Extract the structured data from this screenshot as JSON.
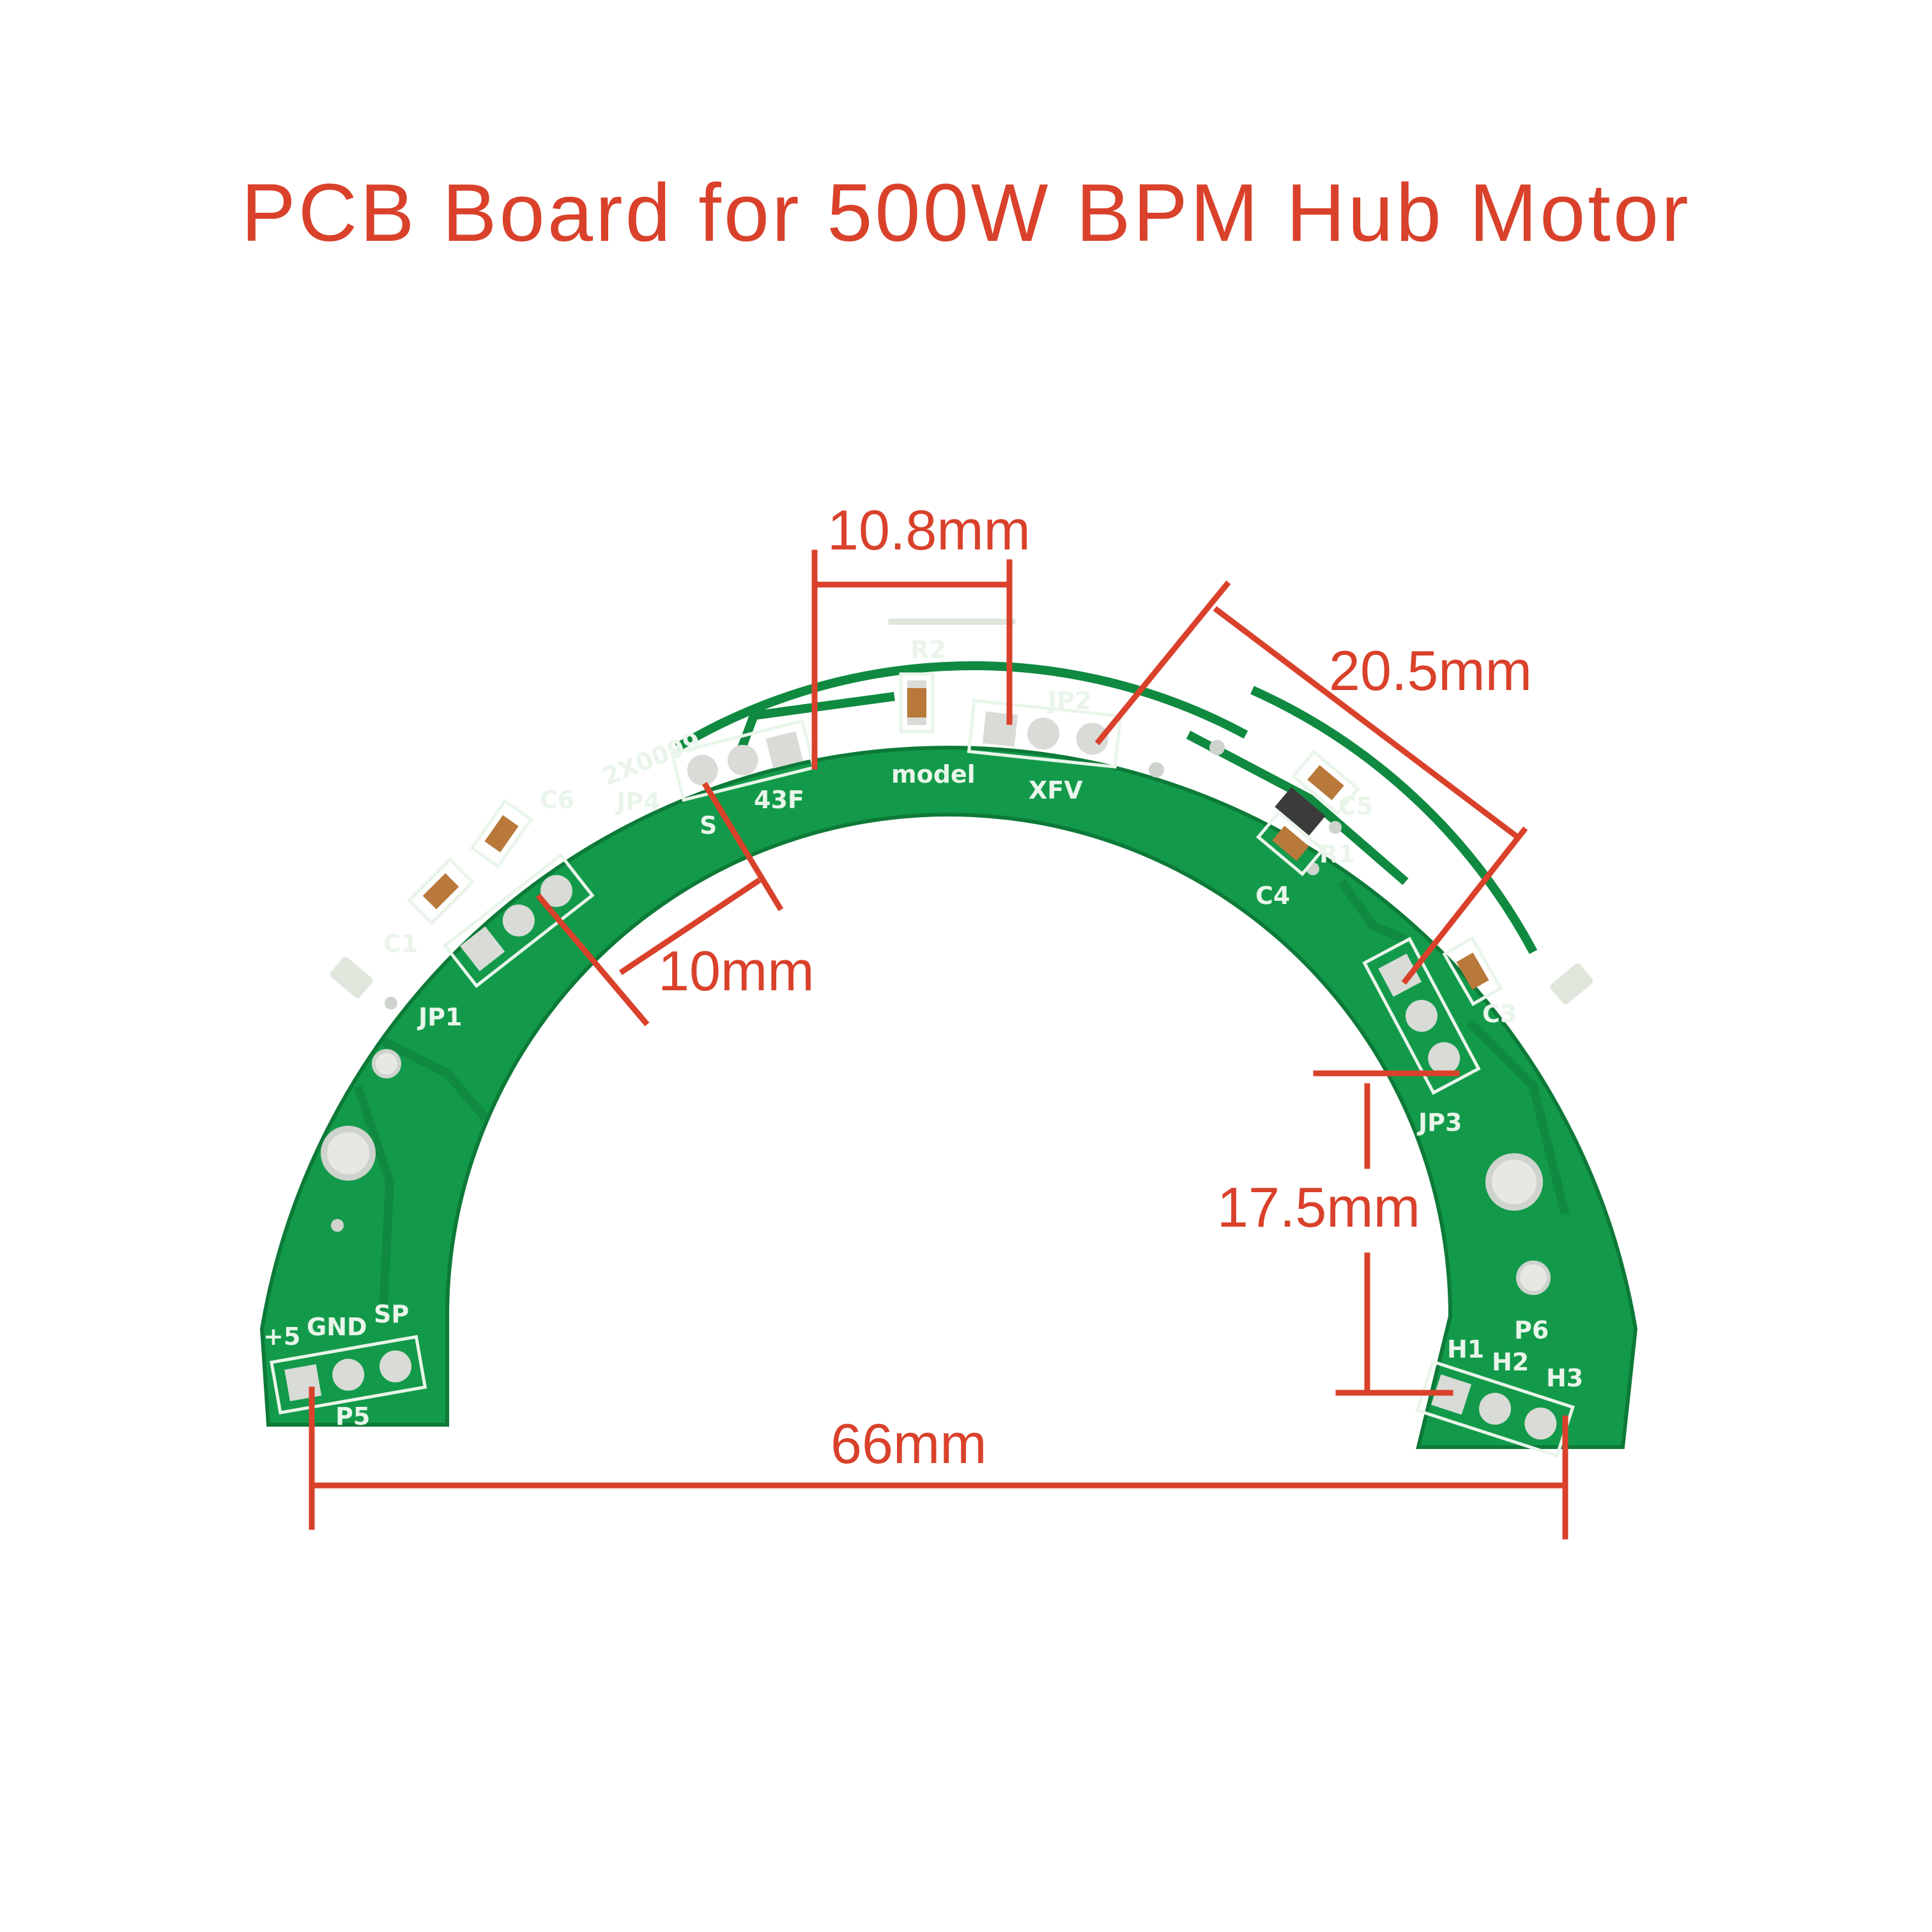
{
  "title": "PCB Board for 500W BPM Hub Motor",
  "colors": {
    "annotation": "#d9412b",
    "board": "#129a4a",
    "board_trace": "#0f8a40",
    "silkscreen": "#e9f5ea",
    "pad": "#d9dbd6"
  },
  "dimensions": {
    "width_66": "66mm",
    "pitch_10_8": "10.8mm",
    "span_20_5": "20.5mm",
    "offset_10": "10mm",
    "height_17_5": "17.5mm"
  },
  "silkscreen": {
    "board_id": "2X0099",
    "jp4": "JP4",
    "jp1": "JP1",
    "jp2": "JP2",
    "jp3": "JP3",
    "c1": "C1",
    "c3": "C3",
    "c4": "C4",
    "c5": "C5",
    "c6": "C6",
    "r1": "R1",
    "r2": "R2",
    "model": "model",
    "xfv": "XFV",
    "f43": "43F",
    "s": "S",
    "plus5": "+5",
    "gnd": "GND",
    "sp": "SP",
    "p5": "P5",
    "p6": "P6",
    "h1": "H1",
    "h2": "H2",
    "h3": "H3"
  }
}
